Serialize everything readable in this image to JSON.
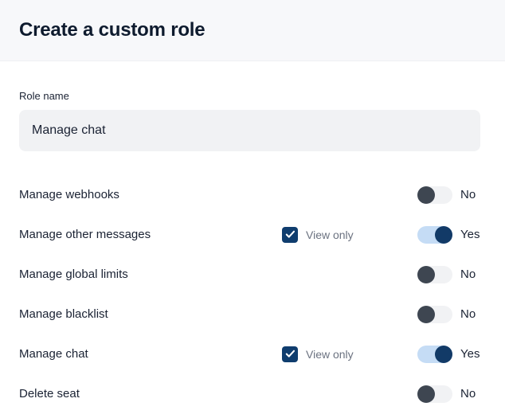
{
  "header": {
    "title": "Create a custom role"
  },
  "form": {
    "role_name": {
      "label": "Role name",
      "value": "Manage chat",
      "placeholder": "Role name"
    }
  },
  "permissions": {
    "view_only_label": "View only",
    "yes_label": "Yes",
    "no_label": "No",
    "rows": [
      {
        "label": "Manage webhooks",
        "has_view_only": false,
        "view_only_checked": false,
        "enabled": false,
        "state_label": "No"
      },
      {
        "label": "Manage other messages",
        "has_view_only": true,
        "view_only_checked": true,
        "enabled": true,
        "state_label": "Yes"
      },
      {
        "label": "Manage global limits",
        "has_view_only": false,
        "view_only_checked": false,
        "enabled": false,
        "state_label": "No"
      },
      {
        "label": "Manage blacklist",
        "has_view_only": false,
        "view_only_checked": false,
        "enabled": false,
        "state_label": "No"
      },
      {
        "label": "Manage chat",
        "has_view_only": true,
        "view_only_checked": true,
        "enabled": true,
        "state_label": "Yes"
      },
      {
        "label": "Delete seat",
        "has_view_only": false,
        "view_only_checked": false,
        "enabled": false,
        "state_label": "No"
      }
    ]
  },
  "colors": {
    "header_bg": "#f7f8fa",
    "title_text": "#0e1b2e",
    "input_bg": "#f1f2f4",
    "accent_navy": "#0f3d6e",
    "toggle_on_track": "#c5dcf5",
    "toggle_on_knob": "#123a67",
    "toggle_off_knob": "#3e4651",
    "toggle_off_track": "#f1f2f4"
  }
}
